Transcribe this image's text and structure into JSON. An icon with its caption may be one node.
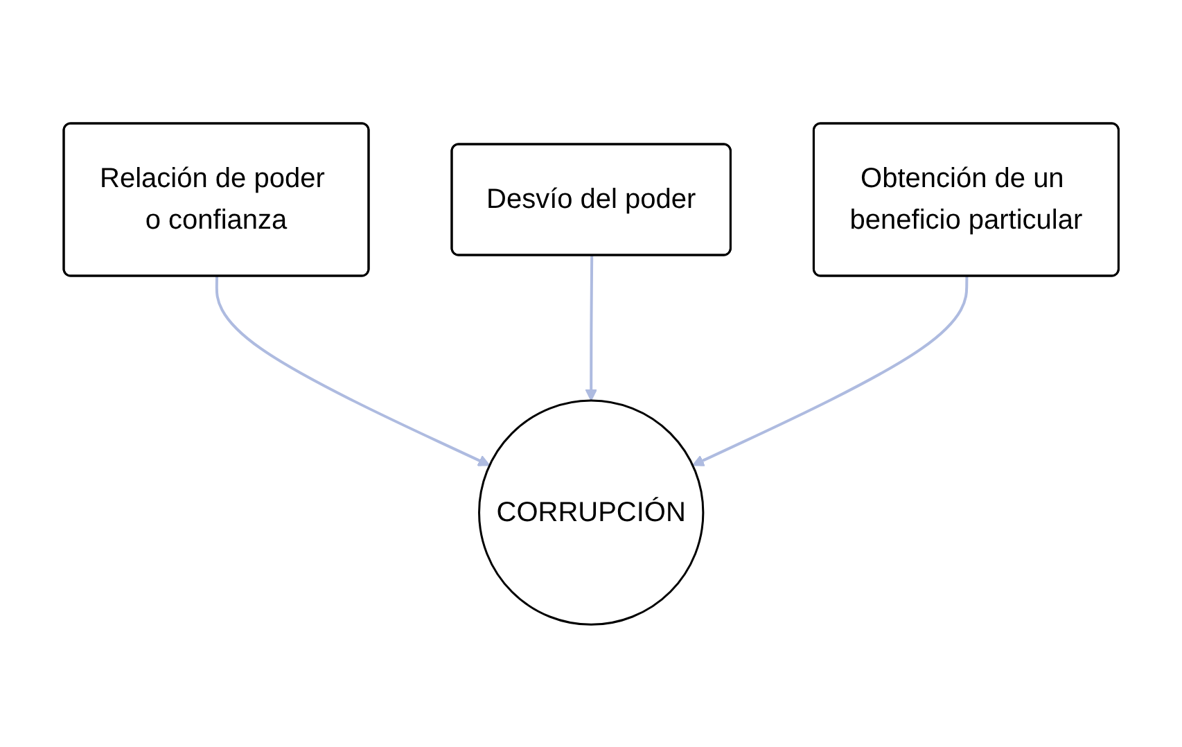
{
  "diagram": {
    "nodes": [
      {
        "text": [
          "Relación de poder o confianza"
        ]
      },
      {
        "text": [
          "Desvío del poder"
        ]
      },
      {
        "text": [
          "Obtención de un beneficio particular"
        ]
      },
      {
        "text": [
          "CORRUPCIÓN"
        ]
      }
    ],
    "edges": [
      {
        "from": 0,
        "to": 3,
        "arrow": "to"
      },
      {
        "from": 1,
        "to": 3,
        "arrow": "to"
      },
      {
        "from": 2,
        "to": 3,
        "arrow": "to"
      }
    ]
  }
}
